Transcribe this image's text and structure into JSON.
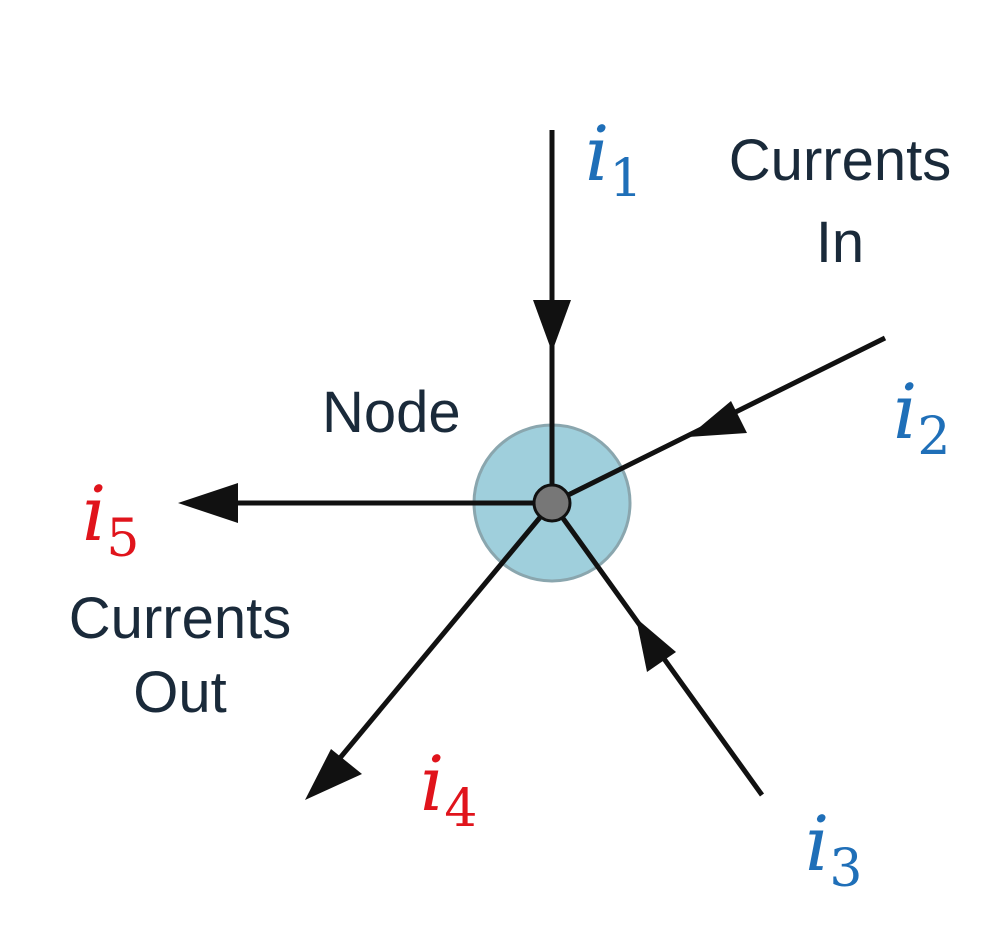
{
  "labels": {
    "node": "Node",
    "currents_in_line1": "Currents",
    "currents_in_line2": "In",
    "currents_out_line1": "Currents",
    "currents_out_line2": "Out"
  },
  "currents": [
    {
      "id": "i1",
      "base": "i",
      "sub": "1",
      "direction": "in"
    },
    {
      "id": "i2",
      "base": "i",
      "sub": "2",
      "direction": "in"
    },
    {
      "id": "i3",
      "base": "i",
      "sub": "3",
      "direction": "in"
    },
    {
      "id": "i4",
      "base": "i",
      "sub": "4",
      "direction": "out"
    },
    {
      "id": "i5",
      "base": "i",
      "sub": "5",
      "direction": "out"
    }
  ],
  "colors": {
    "in": "#1f6fb8",
    "out": "#e0141c",
    "node_halo": "#9fcfdc",
    "node_center": "#777777",
    "wire": "#111111",
    "text": "#1a2a3a"
  }
}
